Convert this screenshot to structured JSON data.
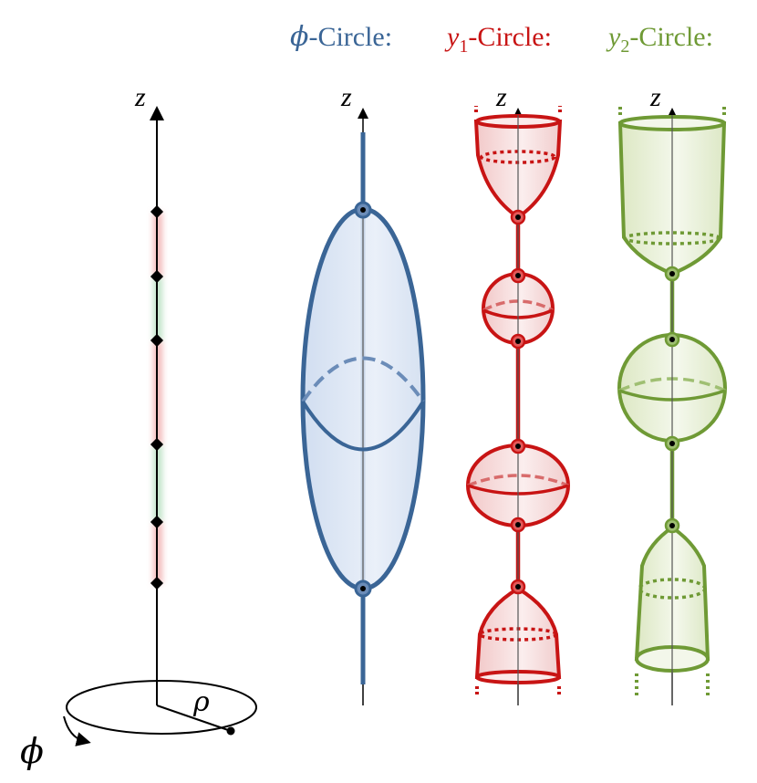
{
  "headers": {
    "phi": {
      "symbol": "ϕ",
      "label": "-Circle:",
      "color": "#3a6596"
    },
    "y1": {
      "symbol": "y",
      "sub": "1",
      "label": "-Circle:",
      "color": "#c81414"
    },
    "y2": {
      "symbol": "y",
      "sub": "2",
      "label": "-Circle:",
      "color": "#6f9a35"
    }
  },
  "axes": {
    "z_label": "z",
    "rho_label": "ρ",
    "phi_label": "ϕ"
  },
  "colors": {
    "phi": "#3a6596",
    "phi_fill": "#dce6f4",
    "y1": "#c81414",
    "y1_fill": "#f7dede",
    "y2": "#6f9a35",
    "y2_fill": "#e9f0d8",
    "axis": "#000000",
    "glow_red": "#f3b9b9",
    "glow_green": "#bfe3c8"
  }
}
